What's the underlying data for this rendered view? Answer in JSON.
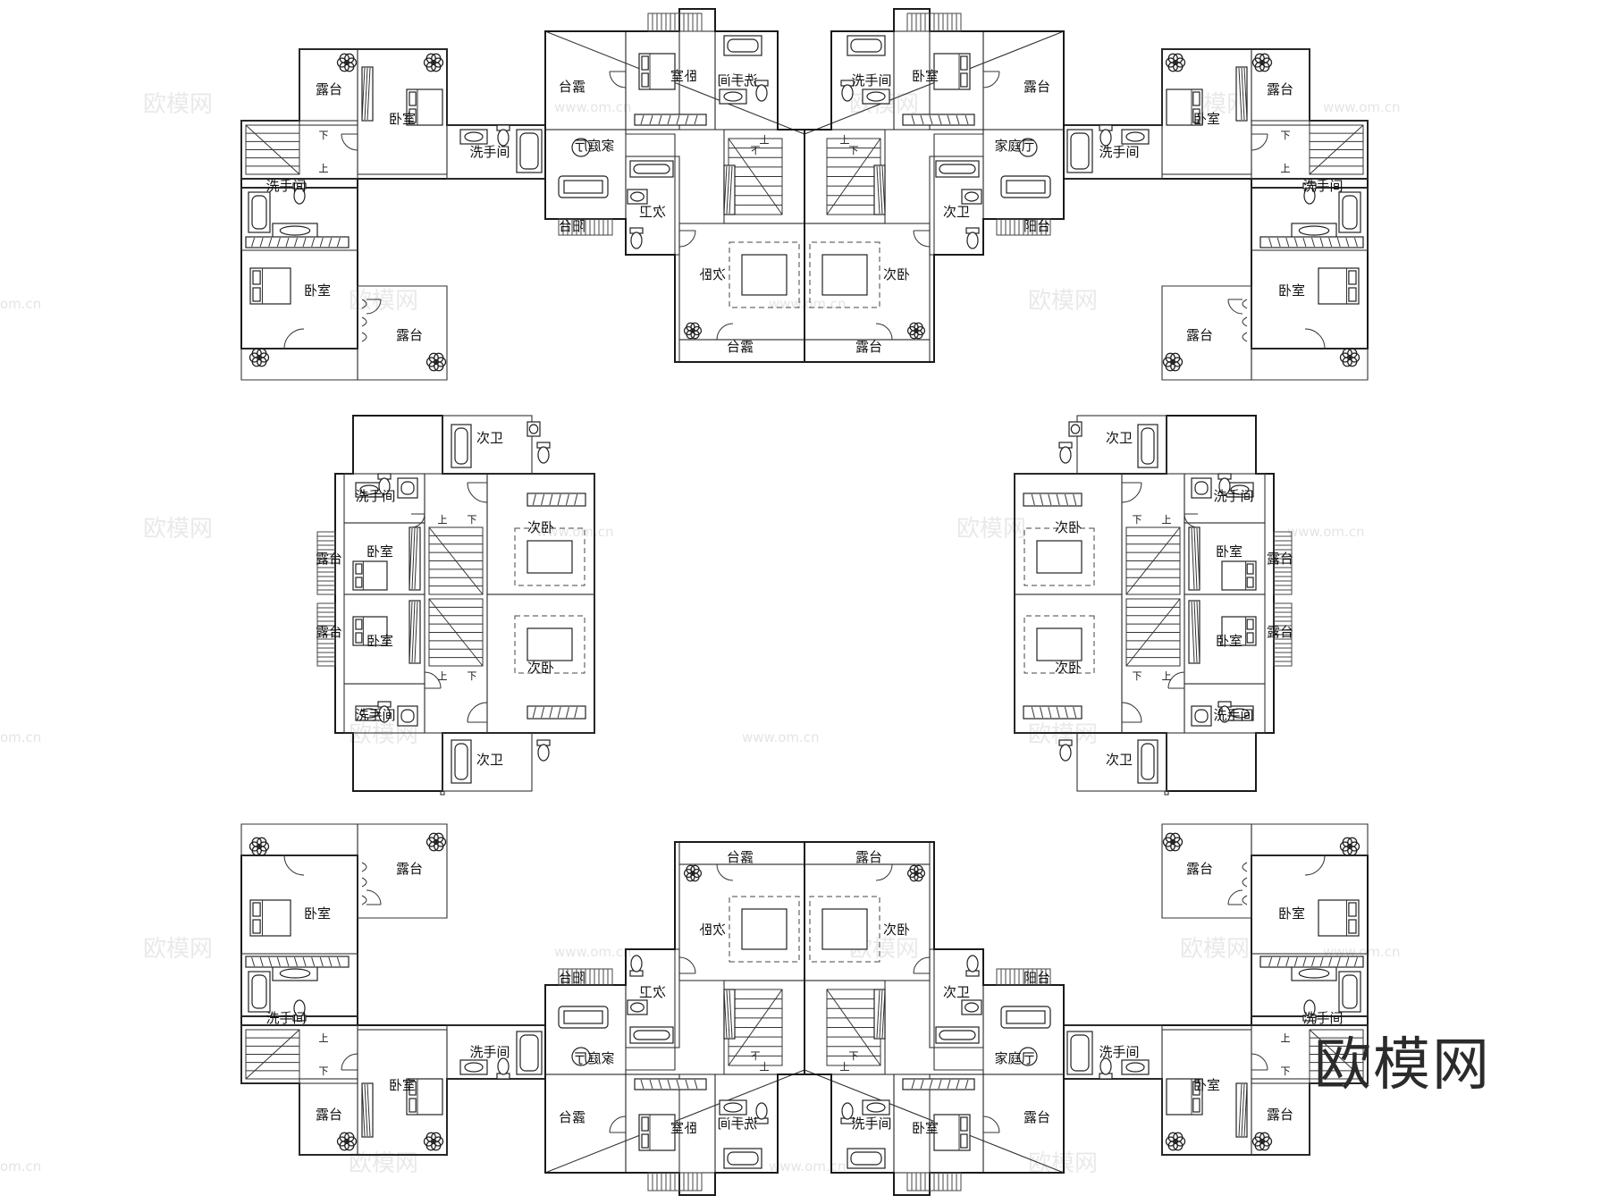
{
  "brand": "欧模网",
  "watermark": {
    "text": "欧模网",
    "url": "www.om.cn",
    "url_short": "om.cn"
  },
  "rooms": {
    "bedroom": "卧室",
    "second_bedroom": "次卧",
    "terrace": "露台",
    "washroom": "洗手间",
    "second_bath": "次卫",
    "family_hall": "家庭厅",
    "balcony": "阳台"
  },
  "stairs": {
    "up": "上",
    "down": "下"
  }
}
